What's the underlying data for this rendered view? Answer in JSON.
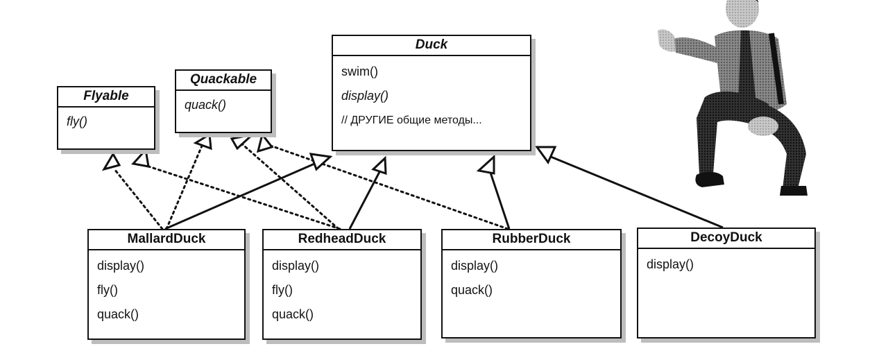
{
  "classes": {
    "duck": {
      "name": "Duck",
      "methods": [
        "swim()",
        "display()",
        "// ДРУГИЕ общие методы..."
      ]
    },
    "flyable": {
      "name": "Flyable",
      "methods": [
        "fly()"
      ]
    },
    "quackable": {
      "name": "Quackable",
      "methods": [
        "quack()"
      ]
    },
    "mallard": {
      "name": "MallardDuck",
      "methods": [
        "display()",
        "fly()",
        "quack()"
      ]
    },
    "redhead": {
      "name": "RedheadDuck",
      "methods": [
        "display()",
        "fly()",
        "quack()"
      ]
    },
    "rubber": {
      "name": "RubberDuck",
      "methods": [
        "display()",
        "quack()"
      ]
    },
    "decoy": {
      "name": "DecoyDuck",
      "methods": [
        "display()"
      ]
    }
  },
  "relations": [
    {
      "from": "MallardDuck",
      "to": "Duck",
      "kind": "inheritance"
    },
    {
      "from": "RedheadDuck",
      "to": "Duck",
      "kind": "inheritance"
    },
    {
      "from": "RubberDuck",
      "to": "Duck",
      "kind": "inheritance"
    },
    {
      "from": "DecoyDuck",
      "to": "Duck",
      "kind": "inheritance"
    },
    {
      "from": "MallardDuck",
      "to": "Flyable",
      "kind": "realization"
    },
    {
      "from": "RedheadDuck",
      "to": "Flyable",
      "kind": "realization"
    },
    {
      "from": "MallardDuck",
      "to": "Quackable",
      "kind": "realization"
    },
    {
      "from": "RedheadDuck",
      "to": "Quackable",
      "kind": "realization"
    },
    {
      "from": "RubberDuck",
      "to": "Quackable",
      "kind": "realization"
    }
  ],
  "illustration": {
    "icon": "presenter-man-illustration"
  }
}
